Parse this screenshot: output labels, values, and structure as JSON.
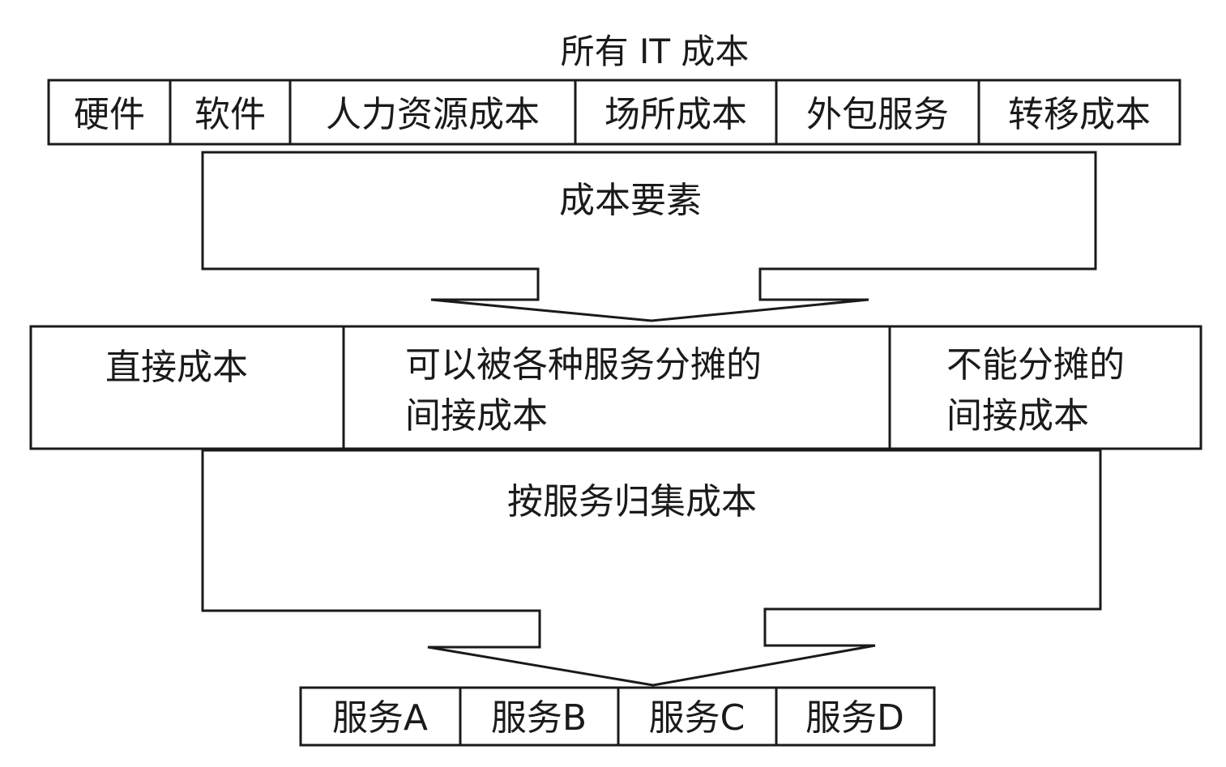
{
  "title": "所有 IT 成本",
  "cost_categories": [
    "硬件",
    "软件",
    "人力资源成本",
    "场所成本",
    "外包服务",
    "转移成本"
  ],
  "arrow1_label": "成本要素",
  "cost_types": {
    "direct": "直接成本",
    "shared_line1": "可以被各种服务分摊的",
    "shared_line2": "间接成本",
    "unshared_line1": "不能分摊的",
    "unshared_line2": "间接成本"
  },
  "arrow2_label": "按服务归集成本",
  "services": [
    "服务A",
    "服务B",
    "服务C",
    "服务D"
  ],
  "colors": {
    "stroke": "#1a1a1a",
    "background": "#ffffff"
  }
}
